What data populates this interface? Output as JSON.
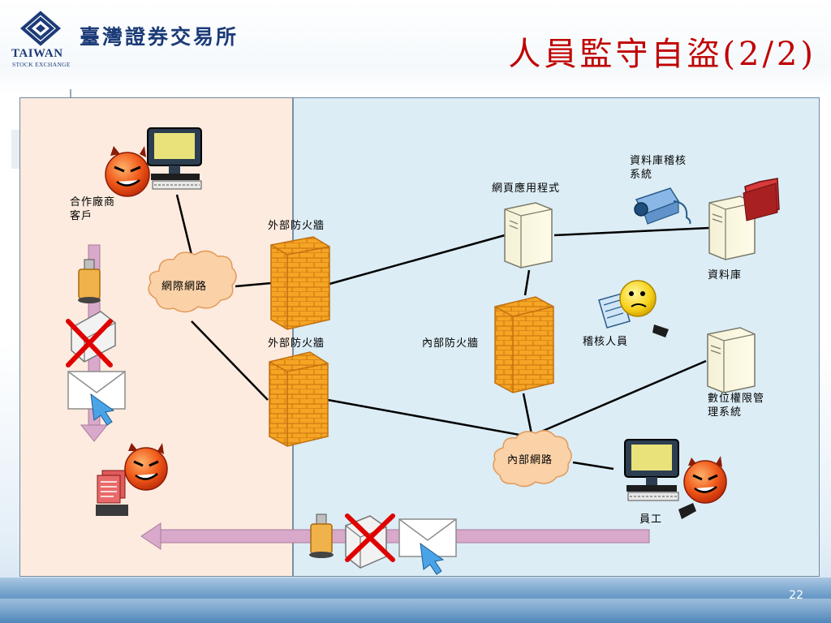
{
  "header": {
    "org_name_zh": "臺灣證券交易所",
    "org_name_en": "TAIWAN",
    "org_name_en_sub": "STOCK EXCHANGE",
    "title": "人員監守自盜(2/2)"
  },
  "nodes": {
    "partner_client": "合作廠商\n客戶",
    "internet": "網際網路",
    "ext_firewall_top": "外部防火牆",
    "ext_firewall_bottom": "外部防火牆",
    "web_app": "網頁應用程式",
    "db_audit": "資料庫稽核\n系統",
    "database": "資料庫",
    "internal_firewall": "內部防火牆",
    "auditor": "稽核人員",
    "drm": "數位權限管\n理系統",
    "intranet": "內部網路",
    "employee": "員工"
  },
  "footer": {
    "page_number": "22"
  },
  "colors": {
    "title_red": "#c00000",
    "brand_blue": "#1c3b78",
    "left_zone": "#fdebdf",
    "right_zone": "#dcedf5",
    "cloud": "#fbd2a8",
    "firewall": "#f5a524",
    "arrow": "#d9a9cb",
    "cross": "#e00000"
  }
}
